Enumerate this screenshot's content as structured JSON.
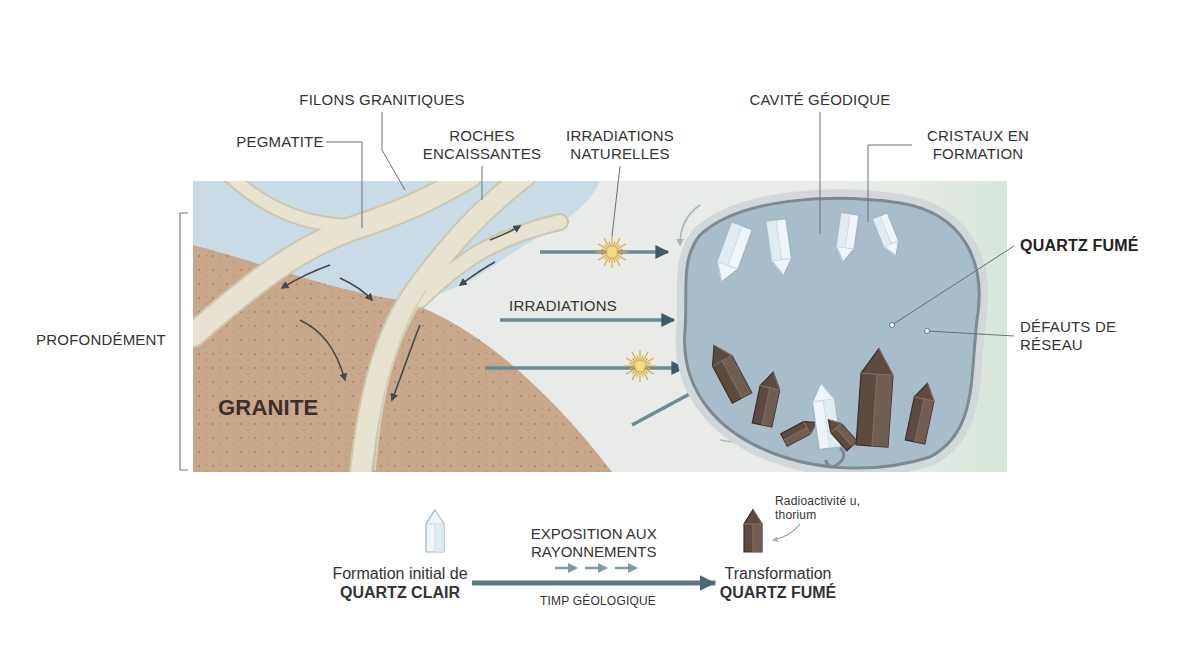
{
  "diagram": {
    "nodes": [
      {
        "text": [
          "Formation initial de",
          "QUARTZ CLAIR"
        ]
      },
      {
        "text": [
          "Transformation",
          "QUARTZ FUMÉ"
        ]
      }
    ],
    "edges": [
      {
        "from": 0,
        "to": 1,
        "arrow": "to",
        "label": "EXPOSITION AUX RAYONNEMENTS"
      }
    ],
    "labels": [
      "FILONS GRANITIQUES",
      "PEGMATITE",
      "ROCHES ENCAISSANTES",
      "IRRADIATIONS NATURELLES",
      "CAVITÉ GÉODIQUE",
      "CRISTAUX EN FORMATION",
      "QUARTZ FUMÉ",
      "DÉFAUTS DE RÉSEAU",
      "PROFONDÉMENT",
      "GRANITE",
      "IRRADIATIONS",
      "TIMP GÉOLOGIQUE",
      "Radioactivité u, thorium"
    ]
  }
}
